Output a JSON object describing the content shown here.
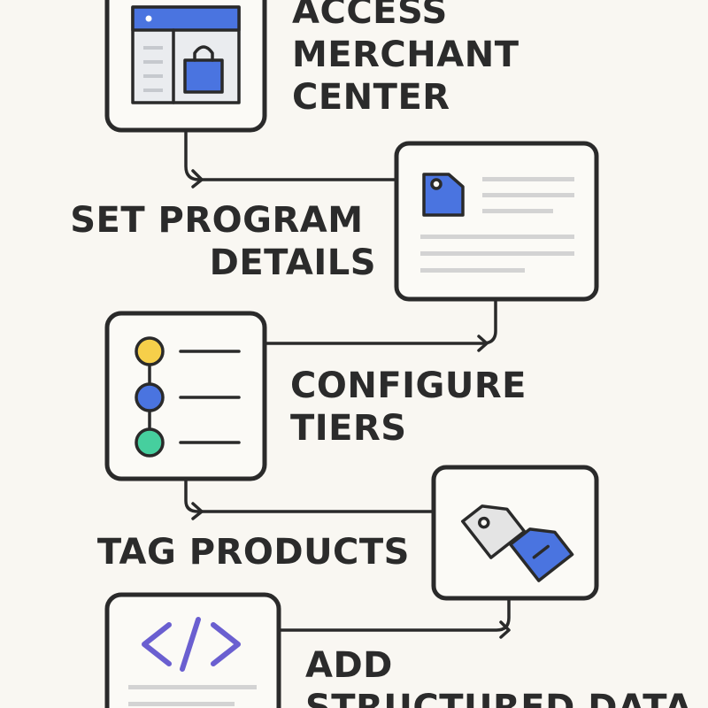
{
  "steps": [
    {
      "id": "access-merchant-center",
      "lines": [
        "ACCESS",
        "MERCHANT",
        "CENTER"
      ],
      "icon": "merchant-store-window-icon"
    },
    {
      "id": "set-program-details",
      "lines": [
        "SET PROGRAM",
        "DETAILS"
      ],
      "icon": "document-tag-icon"
    },
    {
      "id": "configure-tiers",
      "lines": [
        "CONFIGURE",
        "TIERS"
      ],
      "icon": "tier-list-icon"
    },
    {
      "id": "tag-products",
      "lines": [
        "TAG PRODUCTS"
      ],
      "icon": "product-tags-icon"
    },
    {
      "id": "add-structured-data",
      "lines": [
        "ADD",
        "STRUCTURED DATA"
      ],
      "icon": "code-brackets-icon"
    }
  ],
  "colors": {
    "background": "#f9f7f2",
    "outline": "#2a2a2a",
    "blue": "#4a74e0",
    "yellow": "#f6cf4a",
    "teal": "#46cf9e",
    "gray": "#d3d3d3",
    "purple": "#6a5fd0",
    "window_panel": "#eaecef"
  }
}
